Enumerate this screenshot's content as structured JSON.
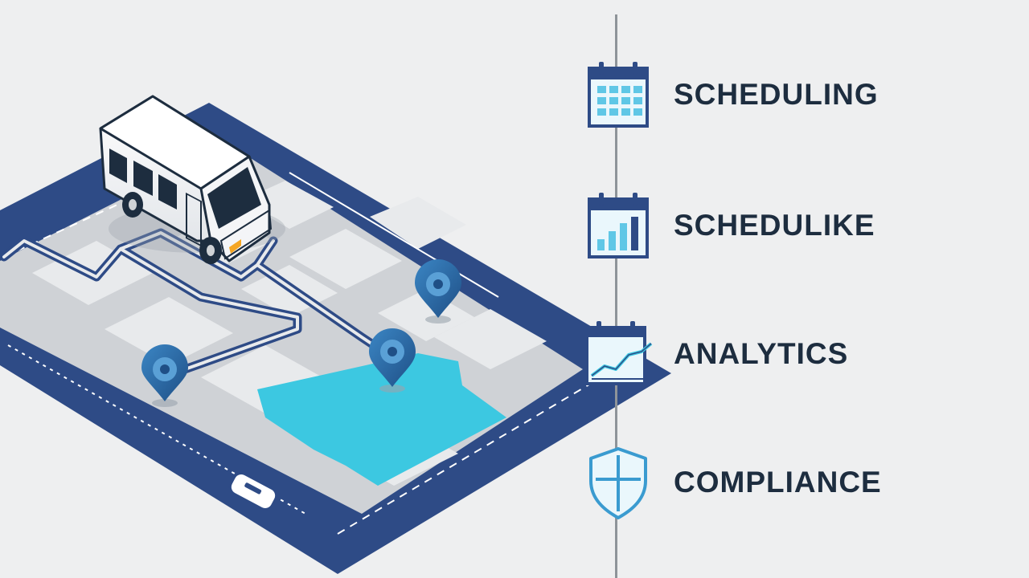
{
  "features": [
    {
      "label": "SCHEDULING",
      "icon": "calendar-grid-icon"
    },
    {
      "label": "SCHEDULIKE",
      "icon": "calendar-bar-chart-icon"
    },
    {
      "label": "ANALYTICS",
      "icon": "calendar-line-chart-icon"
    },
    {
      "label": "COMPLIANCE",
      "icon": "shield-icon"
    }
  ],
  "colors": {
    "background": "#eeeff0",
    "navy": "#2e4b86",
    "cyan": "#3cc8e1",
    "pin": "#2f6fa6",
    "text": "#1d2d3f",
    "divider": "#8e9499"
  },
  "illustration": {
    "vehicle": "shuttle-van",
    "map_pins": 3
  }
}
